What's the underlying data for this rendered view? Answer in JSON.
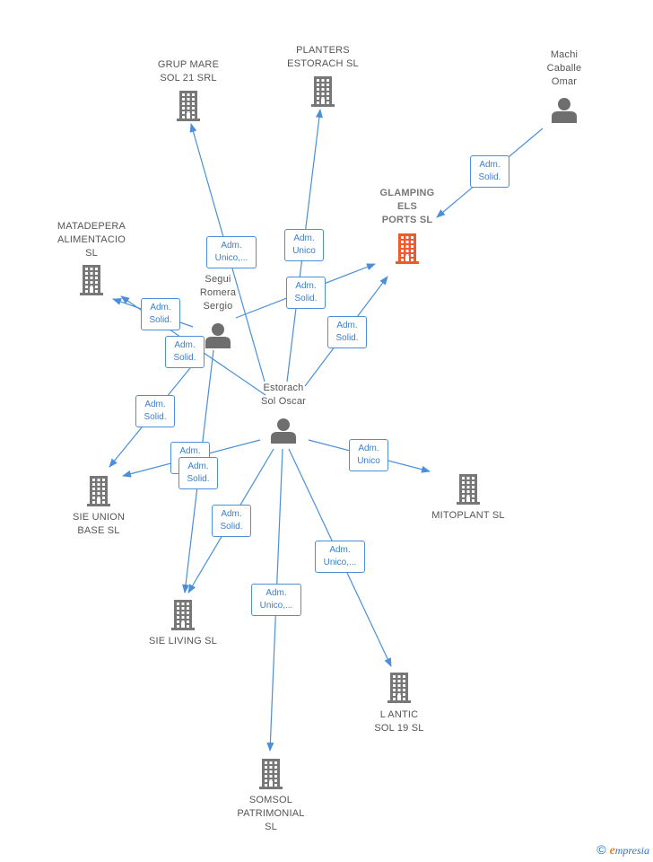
{
  "colors": {
    "edge": "#4a8fd8",
    "company_icon": "#777777",
    "company_highlight": "#f05a2a",
    "person_icon": "#6e6e6e"
  },
  "nodes": {
    "grup_mare": {
      "label": "GRUP MARE\nSOL 21 SRL",
      "type": "company",
      "icon": "building-icon"
    },
    "planters": {
      "label": "PLANTERS\nESTORACH SL",
      "type": "company",
      "icon": "building-icon"
    },
    "machi": {
      "label": "Machi\nCaballe\nOmar",
      "type": "person",
      "icon": "person-icon"
    },
    "glamping": {
      "label": "GLAMPING\nELS\nPORTS  SL",
      "type": "company",
      "highlight": true,
      "icon": "building-icon"
    },
    "matadepera": {
      "label": "MATADEPERA\nALIMENTACIO\nSL",
      "type": "company",
      "icon": "building-icon"
    },
    "segui": {
      "label": "Segui\nRomera\nSergio",
      "type": "person",
      "icon": "person-icon"
    },
    "estorach_sol": {
      "label": "Estorach\nSol Oscar",
      "type": "person",
      "icon": "person-icon"
    },
    "sie_union": {
      "label": "SIE UNION\nBASE  SL",
      "type": "company",
      "icon": "building-icon"
    },
    "mitoplant": {
      "label": "MITOPLANT SL",
      "type": "company",
      "icon": "building-icon"
    },
    "sie_living": {
      "label": "SIE LIVING  SL",
      "type": "company",
      "icon": "building-icon"
    },
    "l_antic": {
      "label": "L ANTIC\nSOL 19  SL",
      "type": "company",
      "icon": "building-icon"
    },
    "somsol": {
      "label": "SOMSOL\nPATRIMONIAL\nSL",
      "type": "company",
      "icon": "building-icon"
    }
  },
  "edges": [
    {
      "from": "estorach_sol",
      "to": "grup_mare",
      "label": "Adm.\nUnico,..."
    },
    {
      "from": "estorach_sol",
      "to": "planters",
      "label": "Adm.\nUnico"
    },
    {
      "from": "machi",
      "to": "glamping",
      "label": "Adm.\nSolid."
    },
    {
      "from": "segui",
      "to": "glamping",
      "label": "Adm.\nSolid."
    },
    {
      "from": "estorach_sol",
      "to": "glamping",
      "label": "Adm.\nSolid."
    },
    {
      "from": "segui",
      "to": "matadepera",
      "label": "Adm.\nSolid."
    },
    {
      "from": "estorach_sol",
      "to": "matadepera",
      "label": "Adm.\nSolid."
    },
    {
      "from": "segui",
      "to": "sie_union",
      "label": "Adm.\nSolid."
    },
    {
      "from": "estorach_sol",
      "to": "sie_union",
      "label": "Adm.\nSolid."
    },
    {
      "from": "segui",
      "to": "sie_living",
      "label": "Adm.\nSolid."
    },
    {
      "from": "estorach_sol",
      "to": "sie_living",
      "label": "Adm.\nSolid."
    },
    {
      "from": "estorach_sol",
      "to": "mitoplant",
      "label": "Adm.\nUnico"
    },
    {
      "from": "estorach_sol",
      "to": "l_antic",
      "label": "Adm.\nUnico,..."
    },
    {
      "from": "estorach_sol",
      "to": "somsol",
      "label": "Adm.\nUnico,..."
    }
  ],
  "brand": {
    "copyright": "©",
    "initial": "e",
    "name": "mpresia"
  }
}
